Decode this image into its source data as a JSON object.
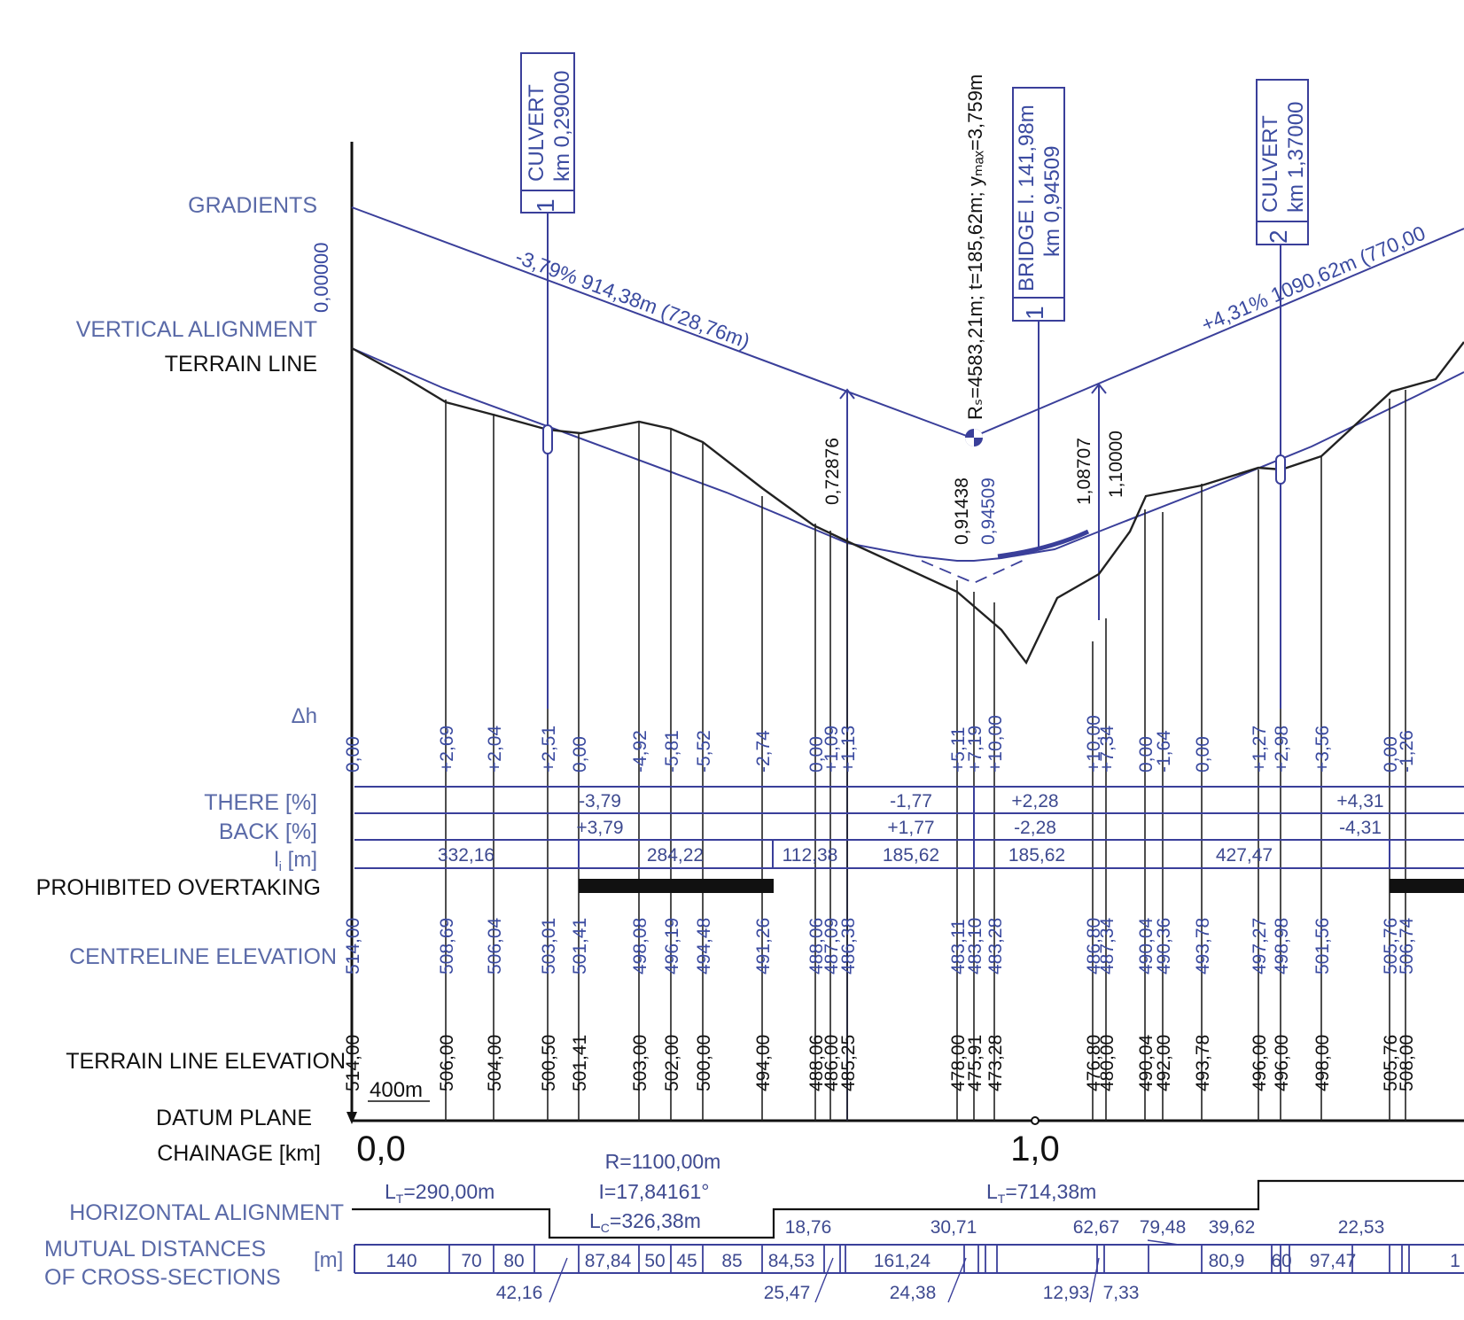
{
  "labels": {
    "gradients": "GRADIENTS",
    "vertical_alignment": "VERTICAL ALIGNMENT",
    "terrain_line": "TERRAIN LINE",
    "dh": "Δh",
    "there": "THERE [%]",
    "back": "BACK [%]",
    "li": "l",
    "li_sub": "i",
    "li_unit": " [m]",
    "prohibited_overtaking": "PROHIBITED  OVERTAKING",
    "centreline_elevation": "CENTRELINE ELEVATION",
    "terrain_line_elevation": "TERRAIN LINE ELEVATION",
    "datum_plane": "DATUM PLANE",
    "chainage": "CHAINAGE [km]",
    "datum_value": "400m",
    "horizontal_alignment": "HORIZONTAL ALIGNMENT",
    "mutual_distances_1": "MUTUAL DISTANCES",
    "mutual_distances_2": "OF CROSS-SECTIONS",
    "mutual_unit": "[m]"
  },
  "chainage_marks": [
    "0,0",
    "1,0"
  ],
  "structures": [
    {
      "num": "1",
      "line1": "CULVERT",
      "line2": "km 0,29000"
    },
    {
      "num": "1",
      "line1": "BRIDGE l. 141,98m",
      "line2": "km 0,94509"
    },
    {
      "num": "2",
      "line1": "CULVERT",
      "line2": "km 1,37000"
    }
  ],
  "gradient_texts": {
    "left_label": "0,00000",
    "grade1": "-3,79% 914,38m (728,76m)",
    "grade2": "+4,31%  1090,62m (770,00",
    "curve": "Rₛ=4583,21m; t=185,62m; yₘₐₓ=3,759m",
    "pts": [
      "0,72876",
      "0,91438",
      "0,94509",
      "1,08707",
      "1,10000"
    ]
  },
  "stations": [
    {
      "dh": "0,00",
      "ce": "514,00",
      "te": "514,00"
    },
    {
      "dh": "+2,69",
      "ce": "508,69",
      "te": "506,00"
    },
    {
      "dh": "+2,04",
      "ce": "506,04",
      "te": "504,00"
    },
    {
      "dh": "+2,51",
      "ce": "503,01",
      "te": "500,50"
    },
    {
      "dh": "0,00",
      "ce": "501,41",
      "te": "501,41"
    },
    {
      "dh": "-4,92",
      "ce": "498,08",
      "te": "503,00"
    },
    {
      "dh": "-5,81",
      "ce": "496,19",
      "te": "502,00"
    },
    {
      "dh": "-5,52",
      "ce": "494,48",
      "te": "500,00"
    },
    {
      "dh": "-2,74",
      "ce": "491,26",
      "te": "494,00"
    },
    {
      "dh": "0,00",
      "ce": "488,06",
      "te": "488,06"
    },
    {
      "dh": "+1,09",
      "ce": "487,09",
      "te": "486,00"
    },
    {
      "dh": "+1,13",
      "ce": "486,38",
      "te": "485,25"
    },
    {
      "dh": "+5,11",
      "ce": "483,11",
      "te": "478,00"
    },
    {
      "dh": "+7,19",
      "ce": "483,10",
      "te": "475,91"
    },
    {
      "dh": "+10,00",
      "ce": "483,28",
      "te": "473,28"
    },
    {
      "dh": "+10,00",
      "ce": "486,80",
      "te": "476,80"
    },
    {
      "dh": "+7,34",
      "ce": "487,34",
      "te": "480,00"
    },
    {
      "dh": "0,00",
      "ce": "490,04",
      "te": "490,04"
    },
    {
      "dh": "-1,64",
      "ce": "490,36",
      "te": "492,00"
    },
    {
      "dh": "0,00",
      "ce": "493,78",
      "te": "493,78"
    },
    {
      "dh": "+1,27",
      "ce": "497,27",
      "te": "496,00"
    },
    {
      "dh": "+2,98",
      "ce": "498,98",
      "te": "496,00"
    },
    {
      "dh": "+3,56",
      "ce": "501,56",
      "te": "498,00"
    },
    {
      "dh": "0,00",
      "ce": "505,76",
      "te": "505,76"
    },
    {
      "dh": "-1,26",
      "ce": "506,74",
      "te": "508,00"
    }
  ],
  "there_values": [
    "-3,79",
    "-1,77",
    "+2,28",
    "+4,31"
  ],
  "back_values": [
    "+3,79",
    "+1,77",
    "-2,28",
    "-4,31"
  ],
  "li_values": [
    "332,16",
    "284,22",
    "112,38",
    "185,62",
    "185,62",
    "427,47"
  ],
  "horizontal": {
    "lt1": "L",
    "lt1_sub": "T",
    "lt1_val": "=290,00m",
    "r": "R=1100,00m",
    "i": "I=17,84161°",
    "lc": "L",
    "lc_sub": "C",
    "lc_val": "=326,38m",
    "lt2": "L",
    "lt2_sub": "T",
    "lt2_val": "=714,38m"
  },
  "distances_in": [
    "140",
    "70",
    "80",
    "87,84",
    "50",
    "45",
    "85",
    "84,53",
    "161,24",
    "80,9",
    "60",
    "97,47",
    "1"
  ],
  "distances_above": [
    "18,76",
    "30,71",
    "62,67",
    "79,48",
    "39,62",
    "22,53"
  ],
  "distances_below": [
    "42,16",
    "25,47",
    "24,38",
    "12,93",
    "7,33"
  ],
  "colors": {
    "blue_label": "#5a6aa8",
    "blue_line": "#3a3f9a",
    "black": "#111111"
  }
}
